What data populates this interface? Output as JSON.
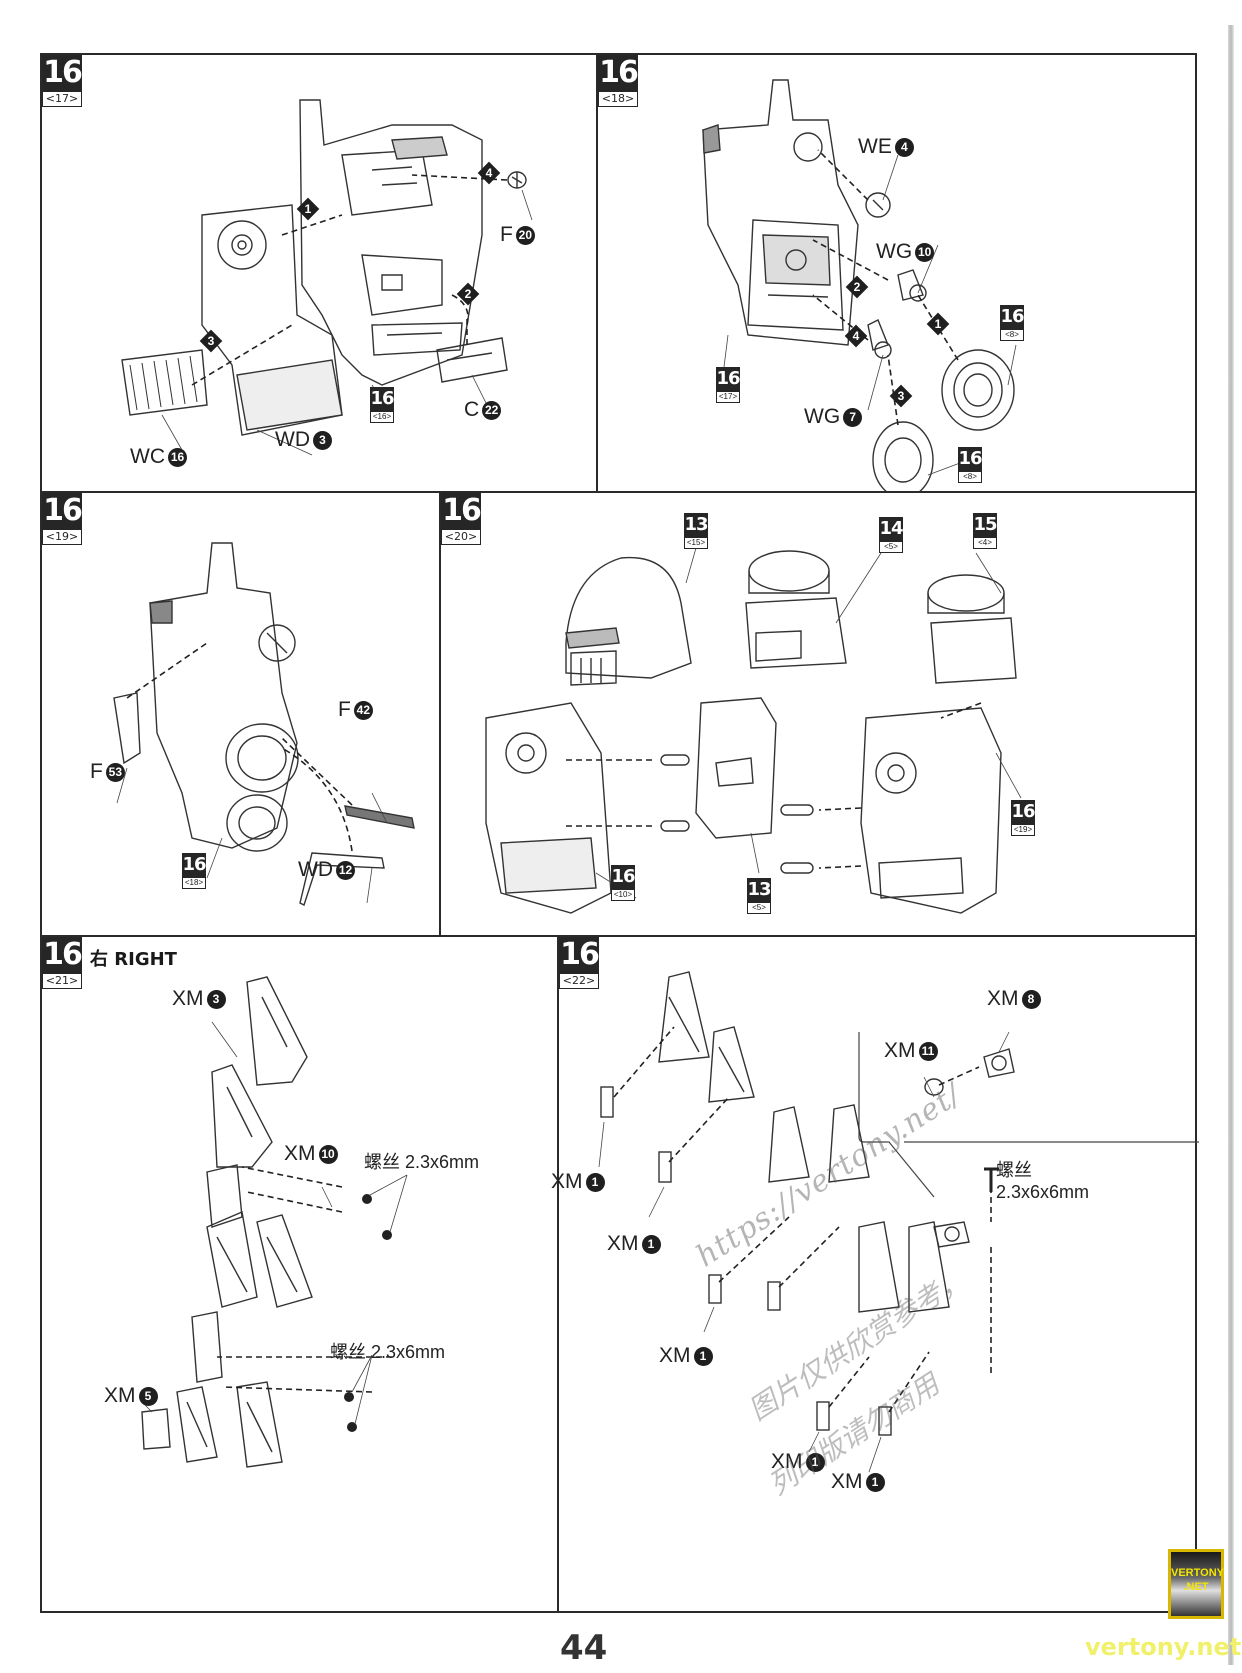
{
  "page": {
    "number": "44"
  },
  "panels": {
    "p17": {
      "step": "16",
      "sub": "<17>",
      "steps": [
        "1",
        "2",
        "3",
        "4"
      ],
      "parts": [
        {
          "code": "F",
          "num": "20"
        },
        {
          "code": "C",
          "num": "22"
        },
        {
          "code": "WD",
          "num": "3"
        },
        {
          "code": "WC",
          "num": "16"
        }
      ],
      "refs": [
        {
          "num": "16",
          "sub": "<16>"
        }
      ]
    },
    "p18": {
      "step": "16",
      "sub": "<18>",
      "steps": [
        "1",
        "2",
        "3",
        "4"
      ],
      "parts": [
        {
          "code": "WE",
          "num": "4"
        },
        {
          "code": "WG",
          "num": "10"
        },
        {
          "code": "WG",
          "num": "7"
        }
      ],
      "refs": [
        {
          "num": "16",
          "sub": "<17>"
        },
        {
          "num": "16",
          "sub": "<8>"
        },
        {
          "num": "16",
          "sub": "<8>"
        }
      ]
    },
    "p19": {
      "step": "16",
      "sub": "<19>",
      "parts": [
        {
          "code": "F",
          "num": "42"
        },
        {
          "code": "F",
          "num": "53"
        },
        {
          "code": "WD",
          "num": "12"
        }
      ],
      "refs": [
        {
          "num": "16",
          "sub": "<18>"
        }
      ]
    },
    "p20": {
      "step": "16",
      "sub": "<20>",
      "refs": [
        {
          "num": "13",
          "sub": "<15>"
        },
        {
          "num": "14",
          "sub": "<5>"
        },
        {
          "num": "15",
          "sub": "<4>"
        },
        {
          "num": "16",
          "sub": "<10>"
        },
        {
          "num": "13",
          "sub": "<5>"
        },
        {
          "num": "16",
          "sub": "<19>"
        }
      ]
    },
    "p21": {
      "step": "16",
      "sub": "<21>",
      "side_label": "右 RIGHT",
      "parts": [
        {
          "code": "XM",
          "num": "3"
        },
        {
          "code": "XM",
          "num": "10"
        },
        {
          "code": "XM",
          "num": "5"
        }
      ],
      "screws": [
        "螺丝 2.3x6mm",
        "螺丝 2.3x6mm"
      ]
    },
    "p22": {
      "step": "16",
      "sub": "<22>",
      "parts": [
        {
          "code": "XM",
          "num": "8"
        },
        {
          "code": "XM",
          "num": "11"
        },
        {
          "code": "XM",
          "num": "1"
        },
        {
          "code": "XM",
          "num": "1"
        },
        {
          "code": "XM",
          "num": "1"
        },
        {
          "code": "XM",
          "num": "1"
        },
        {
          "code": "XM",
          "num": "1"
        }
      ],
      "screw": {
        "line1": "螺丝",
        "line2": "2.3x6x6mm"
      }
    }
  },
  "watermarks": {
    "url": "https://vertony.net/",
    "cn1": "图片仅供欣赏参考，",
    "cn2": "列印版请勿商用",
    "badge": "VERTONY .NET",
    "site": "vertony.net"
  }
}
